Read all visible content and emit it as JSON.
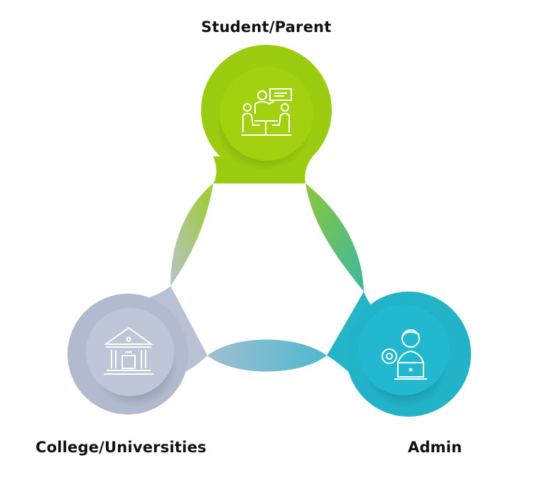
{
  "diagram": {
    "type": "three-node-cycle",
    "nodes": [
      {
        "id": "student-parent",
        "label": "Student/Parent",
        "icon": "meeting-presentation-icon",
        "color": "#9ccc0f",
        "position": "top"
      },
      {
        "id": "college-universities",
        "label": "College/Universities",
        "icon": "university-building-icon",
        "color": "#b9c1d4",
        "position": "bottom-left"
      },
      {
        "id": "admin",
        "label": "Admin",
        "icon": "admin-laptop-gear-icon",
        "color": "#22b8d0",
        "position": "bottom-right"
      }
    ],
    "connector_colors": {
      "top_left": "#a8c96a",
      "top_right": "#5cbf7a",
      "bottom": "#7cbfd2"
    }
  }
}
